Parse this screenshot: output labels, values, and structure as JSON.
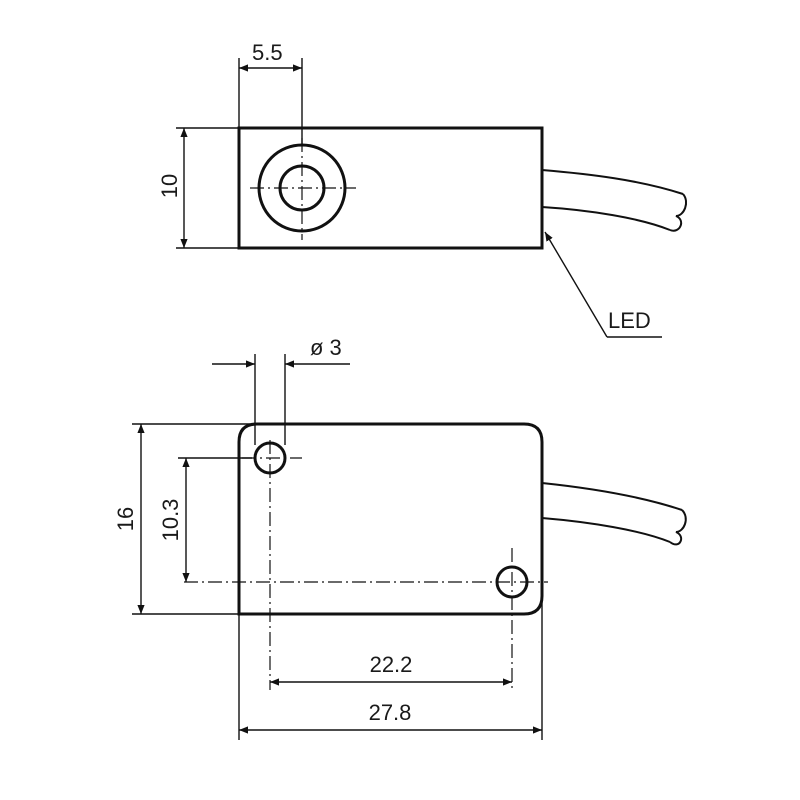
{
  "top_view": {
    "dim_offset": "5.5",
    "dim_height": "10",
    "led_label": "LED"
  },
  "front_view": {
    "dim_hole_diameter": "ø 3",
    "dim_height": "16",
    "dim_hole_vertical_spacing": "10.3",
    "dim_hole_horizontal_spacing": "22.2",
    "dim_overall_length": "27.8"
  }
}
